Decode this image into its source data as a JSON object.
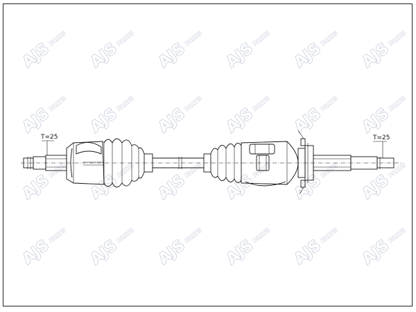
{
  "watermark": {
    "brand": "AJS",
    "sub": "PARTS",
    "color": "#c9cddd"
  },
  "labels": {
    "left_thread": "T=25",
    "right_thread": "T=25"
  },
  "colors": {
    "line": "#111111",
    "background": "#ffffff"
  }
}
